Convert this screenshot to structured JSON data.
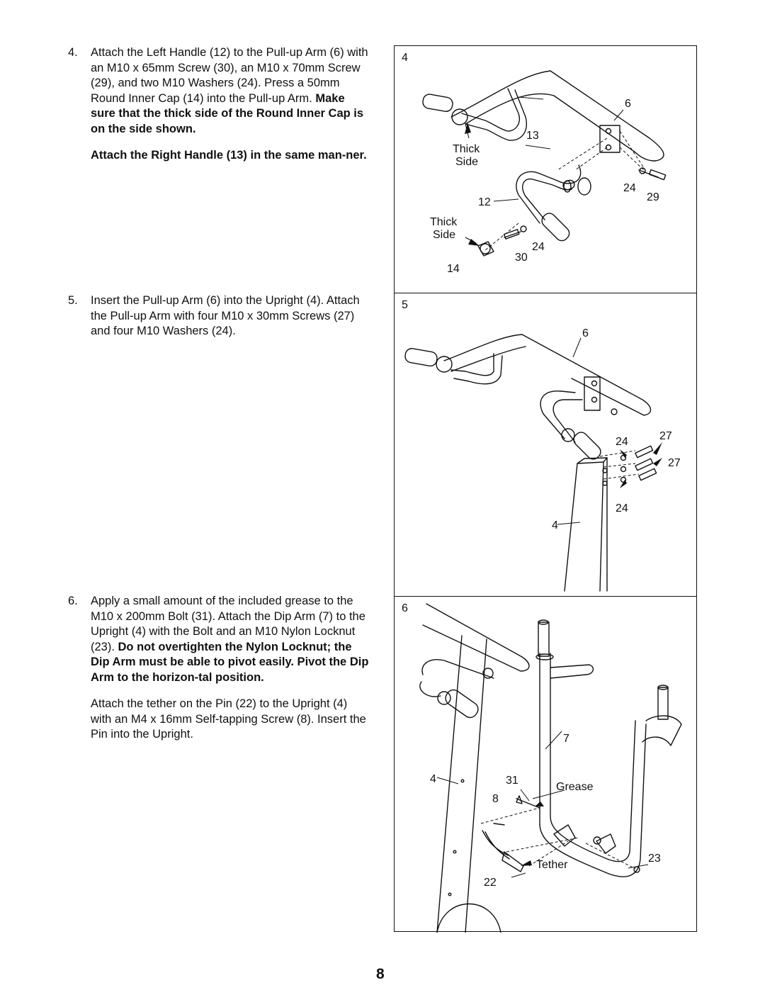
{
  "page_number": "8",
  "steps": [
    {
      "number": "4.",
      "text": "Attach the Left Handle (12) to the Pull-up Arm (6) with an M10 x 65mm Screw (30), an M10 x 70mm Screw (29), and two M10 Washers (24). Press a 50mm Round Inner Cap (14) into the Pull-up Arm. ",
      "bold": "Make sure that the thick side of the Round Inner Cap is on the side shown.",
      "extra_bold": "Attach the Right Handle (13) in the same man-ner."
    },
    {
      "number": "5.",
      "text": "Insert the Pull-up Arm (6) into the Upright (4). Attach the Pull-up Arm with four M10 x 30mm Screws (27) and four M10 Washers (24)."
    },
    {
      "number": "6.",
      "text": "Apply a small amount of the included grease to the M10 x 200mm Bolt (31). Attach the Dip Arm (7) to the Upright (4) with the Bolt and an M10 Nylon Locknut (23). ",
      "bold": "Do not overtighten the Nylon Locknut; the Dip Arm must be able to pivot easily. Pivot the Dip Arm to the horizon-tal position.",
      "extra": "Attach the tether on the Pin (22) to the Upright (4) with an M4 x 16mm Self-tapping Screw (8). Insert the Pin into the Upright."
    }
  ],
  "figures": [
    {
      "number": "4",
      "labels": {
        "arm": "6",
        "right_handle": "13",
        "left_handle": "12",
        "thick1": "Thick",
        "side1": "Side",
        "thick2": "Thick",
        "side2": "Side",
        "washer_a": "24",
        "screw_a": "29",
        "washer_b": "24",
        "screw_b": "30",
        "cap": "14"
      }
    },
    {
      "number": "5",
      "labels": {
        "arm": "6",
        "washer_top": "24",
        "screw_top": "27",
        "screw_right": "27",
        "washer_bottom": "24",
        "upright": "4"
      }
    },
    {
      "number": "6",
      "labels": {
        "dip_arm": "7",
        "upright": "4",
        "bolt": "31",
        "grease": "Grease",
        "screw": "8",
        "tether": "Tether",
        "locknut": "23",
        "pin": "22"
      }
    }
  ]
}
